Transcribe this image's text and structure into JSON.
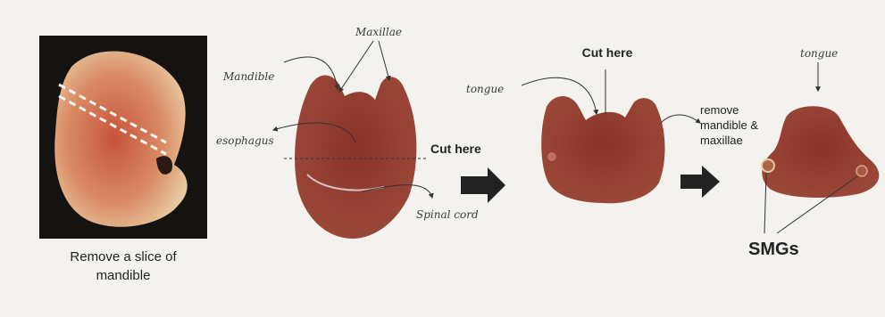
{
  "panels": {
    "embryo": {
      "caption_line1": "Remove a slice of",
      "caption_line2": "mandible"
    },
    "head_section": {
      "label_maxillae": "Maxillae",
      "label_mandible": "Mandible",
      "label_esophagus": "esophagus",
      "label_spinal_cord": "Spinal cord",
      "cut_instruction": "Cut here"
    },
    "after_cut": {
      "label_tongue": "tongue",
      "cut_instruction": "Cut here",
      "remove_line1": "remove",
      "remove_line2": "mandible &",
      "remove_line3": "maxillae"
    },
    "final": {
      "label_tongue": "tongue",
      "label_smgs": "SMGs"
    }
  },
  "colors": {
    "background": "#f4f2ef",
    "embryo_bg": "#151312",
    "tissue": "#7e2e25",
    "tissue_light": "#9b463a",
    "arrow": "#222222"
  }
}
